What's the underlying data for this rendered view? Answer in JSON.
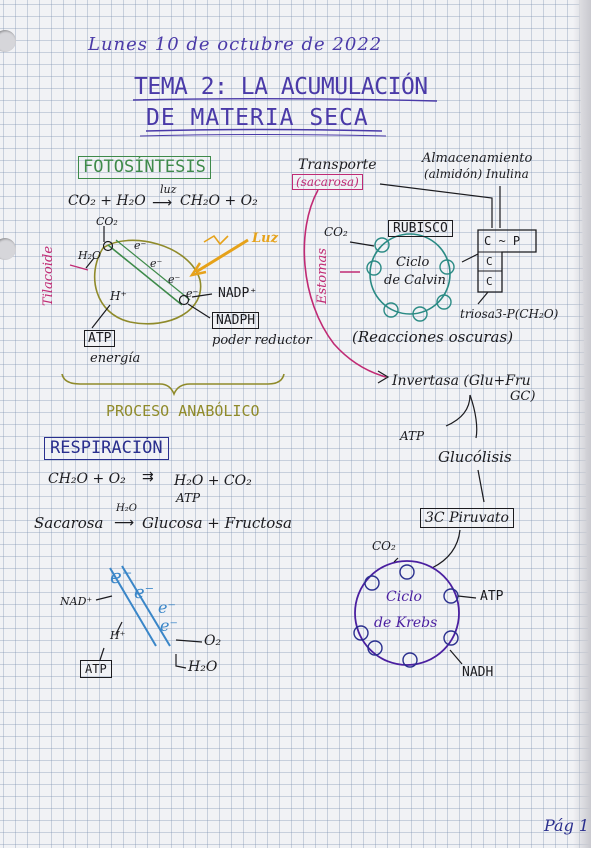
{
  "colors": {
    "ink": "#1b1b1f",
    "purple": "#4a3aa8",
    "green": "#3e8a4a",
    "olive": "#8f8a2a",
    "magenta": "#c02a74",
    "orange": "#e6a21a",
    "teal": "#2a8a84",
    "blue": "#3a86c8",
    "navy": "#2a2f8e",
    "violet": "#4a1fa0"
  },
  "header": {
    "date": "Lunes 10 de octubre de 2022",
    "title_line1": "TEMA 2: LA ACUMULACIÓN",
    "title_line2": "DE MATERIA SECA"
  },
  "fotosintesis": {
    "heading": "FOTOSÍNTESIS",
    "eq_left": "CO₂ + H₂O",
    "eq_over": "luz",
    "eq_right": "CH₂O + O₂",
    "co2": "CO₂",
    "h2o": "H₂O",
    "e1": "e⁻",
    "e2": "e⁻",
    "e3": "e⁻",
    "e4": "e⁻",
    "hplus": "H⁺",
    "luz": "Luz",
    "tilacoide": "Tilacoide",
    "nadp": "NADP⁺",
    "nadph": "NADPH",
    "poder": "poder reductor",
    "atp": "ATP",
    "energia": "energía",
    "proceso": "PROCESO ANABÓLICO"
  },
  "calvin": {
    "transporte": "Transporte",
    "sacarosa": "(sacarosa)",
    "almac1": "Almacenamiento",
    "almac2": "(almidón) Inulina",
    "co2": "CO₂",
    "rubisco": "RUBISCO",
    "estomas": "Estomas",
    "ciclo": "Ciclo",
    "decalvin": "de Calvin",
    "c_pair": "C ~ P",
    "c1": "C",
    "c2": "C",
    "triosa": "triosa3-P(CH₂O)",
    "reacciones": "(Reacciones oscuras)"
  },
  "invertasa": {
    "label": "Invertasa (Glu+Fru",
    "gc": "GC)",
    "atp": "ATP",
    "glucolisis": "Glucólisis",
    "piruvato": "3C Piruvato"
  },
  "respiracion": {
    "heading": "RESPIRACIÓN",
    "eq_left": "CH₂O + O₂",
    "eq_right": "H₂O + CO₂",
    "eq_under": "ATP",
    "h2o_over": "H₂O",
    "sac_eq": "Sacarosa",
    "sac_right": "Glucosa + Fructosa",
    "nad": "NAD⁺",
    "hplus": "H⁺",
    "e1": "e⁻",
    "e2": "e⁻",
    "e3": "e⁻",
    "e4": "e⁻",
    "o2": "O₂",
    "h2o": "H₂O",
    "atp": "ATP"
  },
  "krebs": {
    "co2": "CO₂",
    "ciclo": "Ciclo",
    "dekrebs": "de Krebs",
    "atp": "ATP",
    "nadh": "NADH"
  },
  "footer": {
    "page": "Pág 1"
  }
}
